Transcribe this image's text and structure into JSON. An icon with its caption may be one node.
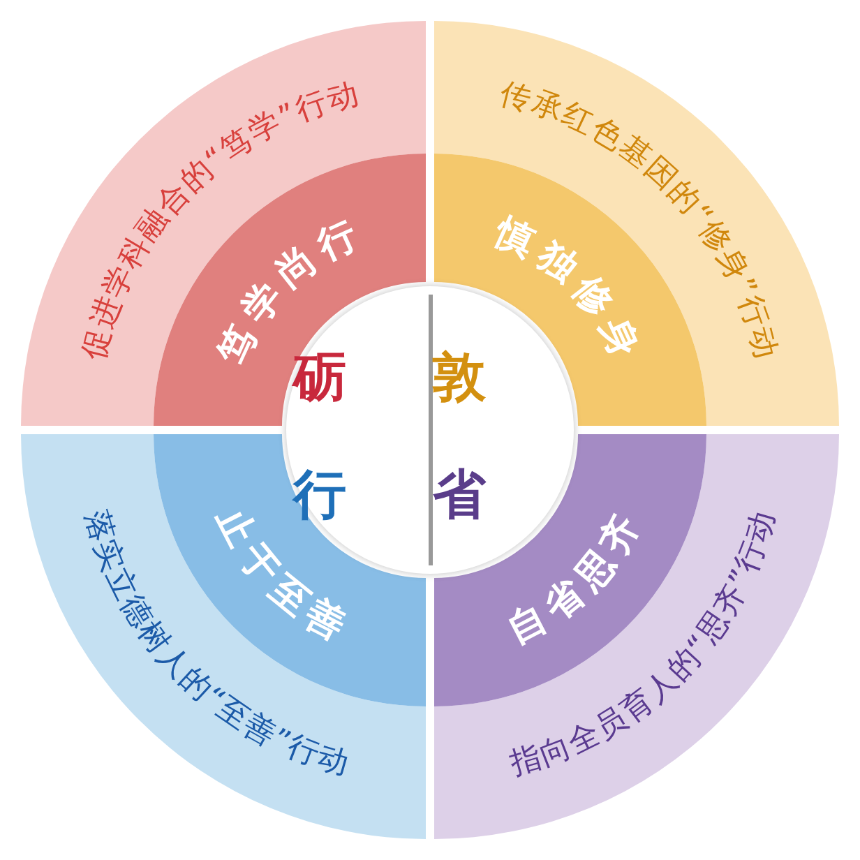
{
  "diagram": {
    "nodes": [
      {
        "text": [
          "促进学科融合的“笃学”行动"
        ]
      },
      {
        "text": [
          "笃学尚行"
        ]
      },
      {
        "text": [
          "传承红色基因的“修身”行动"
        ]
      },
      {
        "text": [
          "慎独修身"
        ]
      },
      {
        "text": [
          "落实立德树人的“至善”行动"
        ]
      },
      {
        "text": [
          "止于至善"
        ]
      },
      {
        "text": [
          "指向全员育人的“思齐”行动"
        ]
      },
      {
        "text": [
          "自省思齐"
        ]
      },
      {
        "text": [
          "砺",
          "敦",
          "行",
          "省"
        ]
      }
    ]
  }
}
